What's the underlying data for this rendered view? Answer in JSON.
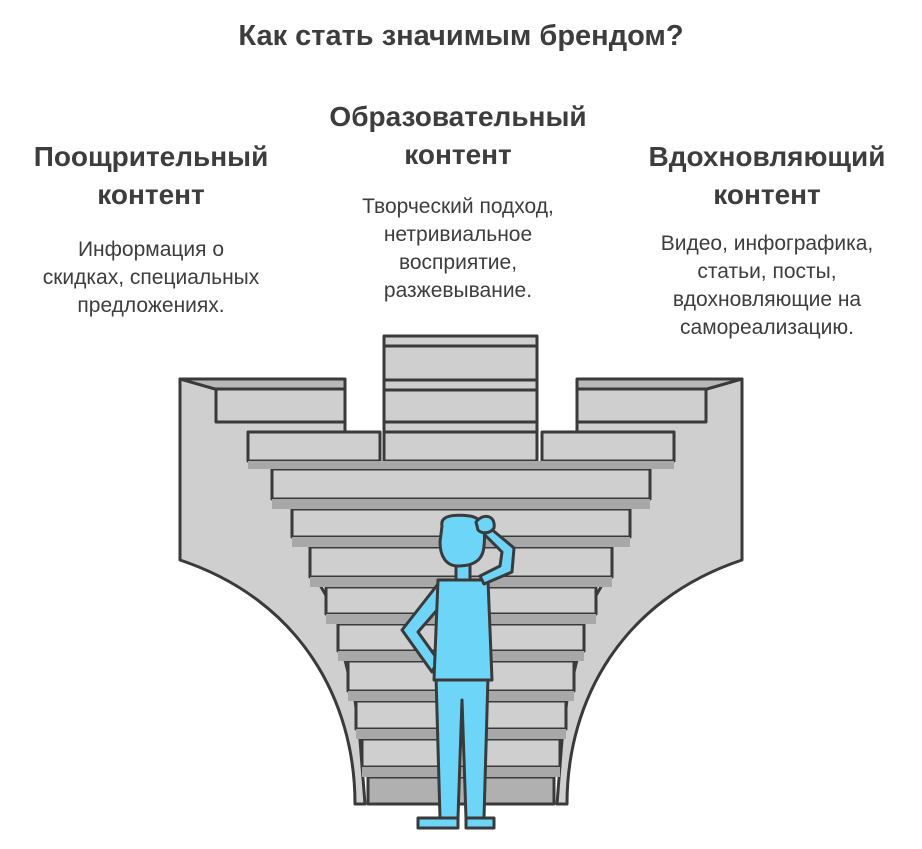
{
  "title": "Как стать значимым брендом?",
  "columns": [
    {
      "id": "left",
      "heading": "Поощрительный\nконтент",
      "description": "Информация о\nскидках, специальных\nпредложениях."
    },
    {
      "id": "center",
      "heading": "Образовательный\nконтент",
      "description": "Творческий подход,\nнетривиальное\nвосприятие,\nразжевывание."
    },
    {
      "id": "right",
      "heading": "Вдохновляющий\nконтент",
      "description": "Видео, инфографика,\nстатьи, посты,\nвдохновляющие на\nсамореализацию."
    }
  ],
  "colors": {
    "text": "#3d3d3d",
    "stone": "#cfcfcf",
    "stone_dark": "#9e9e9e",
    "outline": "#3a3a3a",
    "figure": "#6dd6f8"
  },
  "icons": [
    "staircase-illustration",
    "thinking-person-icon"
  ]
}
